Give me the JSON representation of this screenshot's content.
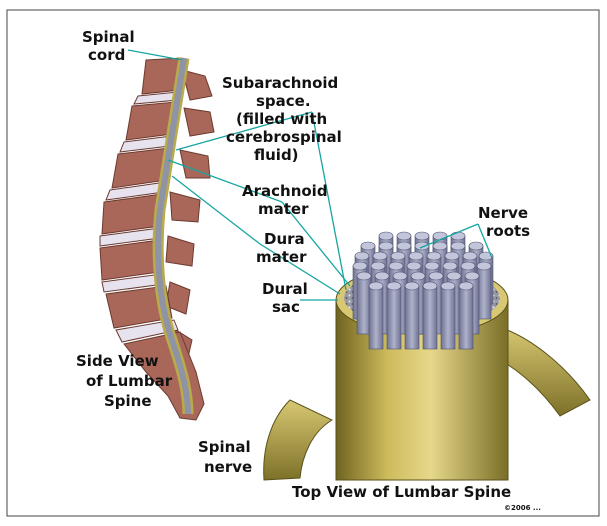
{
  "labels": {
    "spinal_cord": [
      "Spinal",
      "cord"
    ],
    "subarachnoid": [
      "Subarachnoid",
      "space.",
      "(filled with",
      "cerebrospinal",
      "fluid)"
    ],
    "arachnoid": [
      "Arachnoid",
      "mater"
    ],
    "dura": [
      "Dura",
      "mater"
    ],
    "dural_sac": [
      "Dural",
      "sac"
    ],
    "nerve_roots": [
      "Nerve",
      "roots"
    ],
    "side_view": [
      "Side View",
      "of Lumbar",
      "Spine"
    ],
    "spinal_nerve": [
      "Spinal",
      "nerve"
    ],
    "top_view": "Top View of Lumbar Spine",
    "copyright": "©2006 ..."
  },
  "colors": {
    "bone": "#a9675a",
    "disc": "#e6e3ee",
    "dura": "#b9ab4a",
    "cord": "#8f93a6",
    "sac": "#c9b65a",
    "root": "#9fa3bd",
    "leader": "#16a6a2"
  },
  "icons": {
    "spine": "lumbar-spine-side-view",
    "sac": "dural-sac-top-view"
  }
}
